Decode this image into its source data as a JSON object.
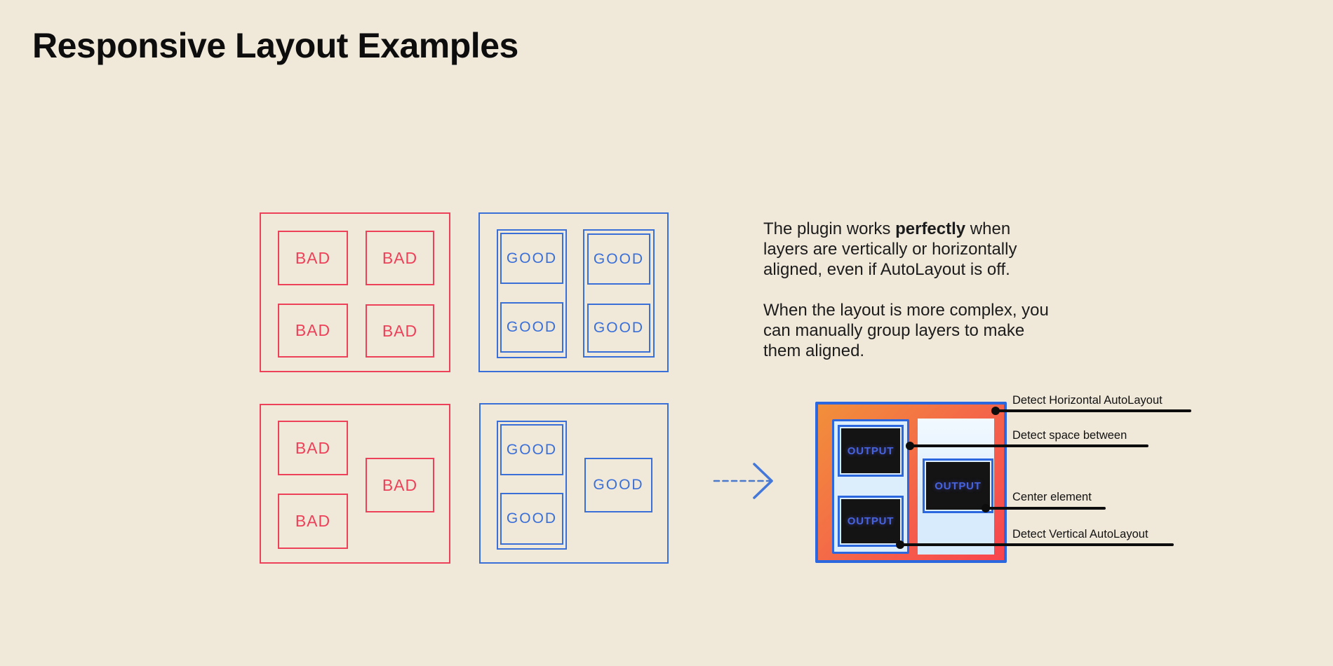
{
  "title": "Responsive Layout Examples",
  "labels": {
    "bad": "BAD",
    "good": "GOOD",
    "output": "OUTPUT"
  },
  "description": {
    "p1_before": "The plugin works ",
    "p1_bold": "perfectly",
    "p1_after": " when layers are vertically or horizontally aligned, even if AutoLayout is off.",
    "p2": "When the layout is more complex, you can manually group layers to make them aligned."
  },
  "annotations": [
    {
      "label": "Detect Horizontal AutoLayout"
    },
    {
      "label": "Detect space between"
    },
    {
      "label": "Center element"
    },
    {
      "label": "Detect Vertical AutoLayout"
    }
  ],
  "colors": {
    "background": "#F0E9DA",
    "bad_red": "#ED4159",
    "good_blue": "#3A6FD8",
    "output_border_blue": "#2B68E0",
    "output_text_blue": "#4664DD",
    "output_gradient_start": "#F2903A",
    "output_gradient_end": "#F8454F",
    "panel_light_blue": "#DCEDFC",
    "dark_box": "#141414",
    "annotation_black": "#0D0D0D"
  }
}
